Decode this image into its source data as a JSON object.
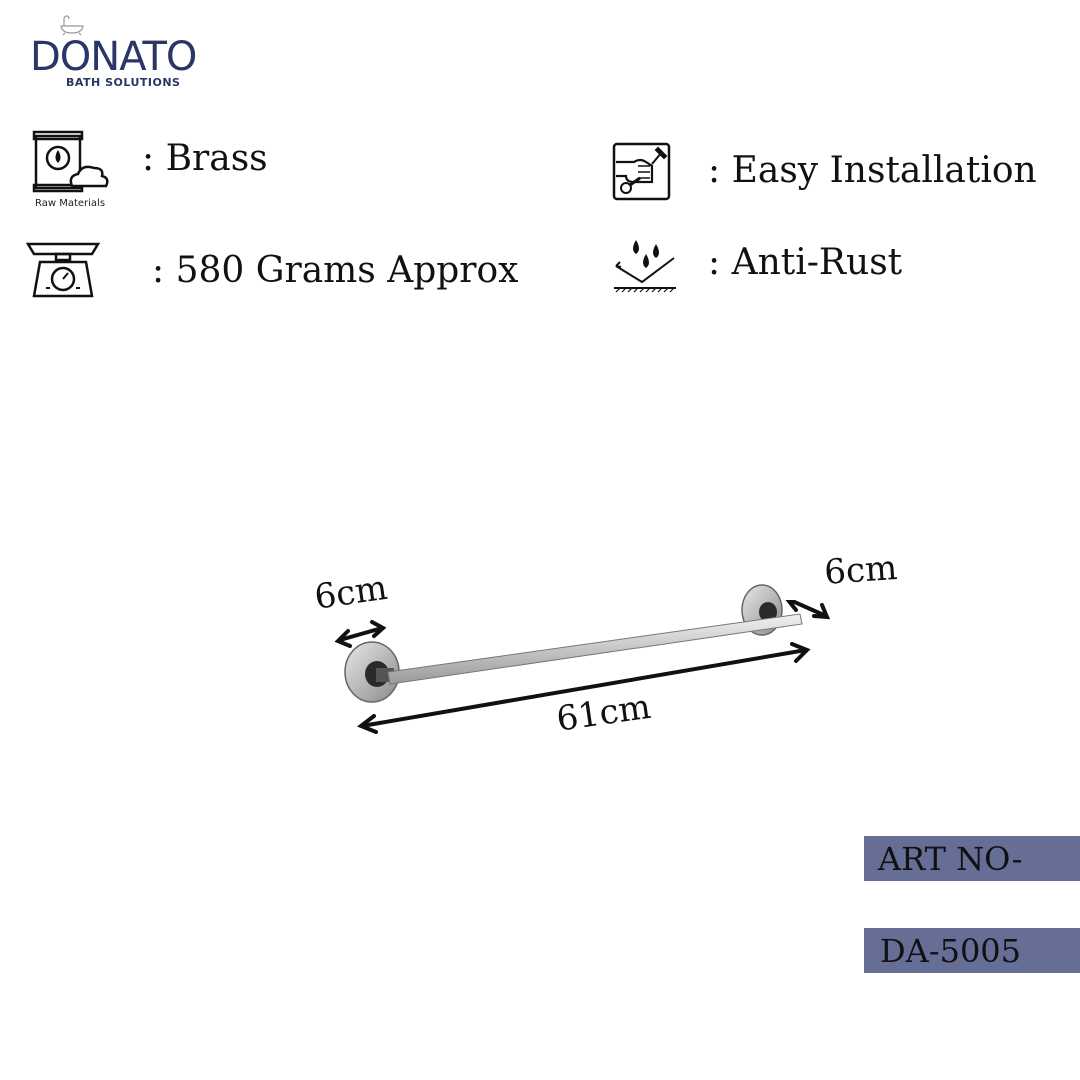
{
  "brand": {
    "name": "DONATO",
    "tagline": "BATH SOLUTIONS",
    "color": "#2b3566"
  },
  "features": {
    "material": {
      "icon": "raw-materials-icon",
      "caption": "Raw Materials",
      "text": ": Brass"
    },
    "weight": {
      "icon": "weighing-scale-icon",
      "text": ": 580 Grams Approx"
    },
    "installation": {
      "icon": "wrench-hand-icon",
      "text": ": Easy Installation"
    },
    "rust": {
      "icon": "water-drops-shield-icon",
      "text": ": Anti-Rust"
    }
  },
  "dimensions": {
    "left_flange": "6cm",
    "right_flange": "6cm",
    "length": "61cm"
  },
  "article": {
    "label": "ART NO-",
    "number": "DA-5005",
    "tag_color": "#666e96"
  }
}
